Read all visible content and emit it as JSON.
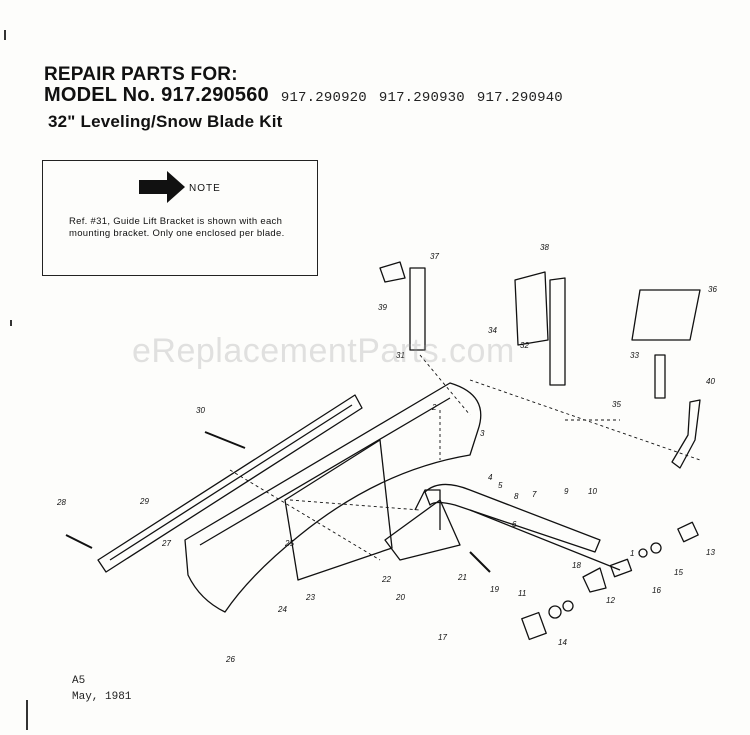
{
  "header": {
    "line1": "REPAIR PARTS FOR:",
    "model_label": "MODEL No. 917.290560",
    "model_alt_1": "917.290920",
    "model_alt_2": "917.290930",
    "model_alt_3": "917.290940",
    "kit_title": "32\" Leveling/Snow Blade Kit"
  },
  "note": {
    "title": "NOTE",
    "text": "Ref. #31, Guide Lift Bracket is shown with each mounting bracket. Only one enclosed per blade."
  },
  "watermark": "eReplacementParts.com",
  "footer": {
    "code": "A5",
    "date": "May, 1981"
  },
  "callouts": [
    "1",
    "2",
    "3",
    "4",
    "5",
    "6",
    "7",
    "8",
    "9",
    "10",
    "11",
    "12",
    "13",
    "14",
    "15",
    "16",
    "17",
    "18",
    "19",
    "20",
    "21",
    "22",
    "23",
    "24",
    "25",
    "26",
    "27",
    "28",
    "29",
    "30",
    "31",
    "32",
    "33",
    "34",
    "35",
    "36",
    "37",
    "38",
    "39",
    "40"
  ]
}
